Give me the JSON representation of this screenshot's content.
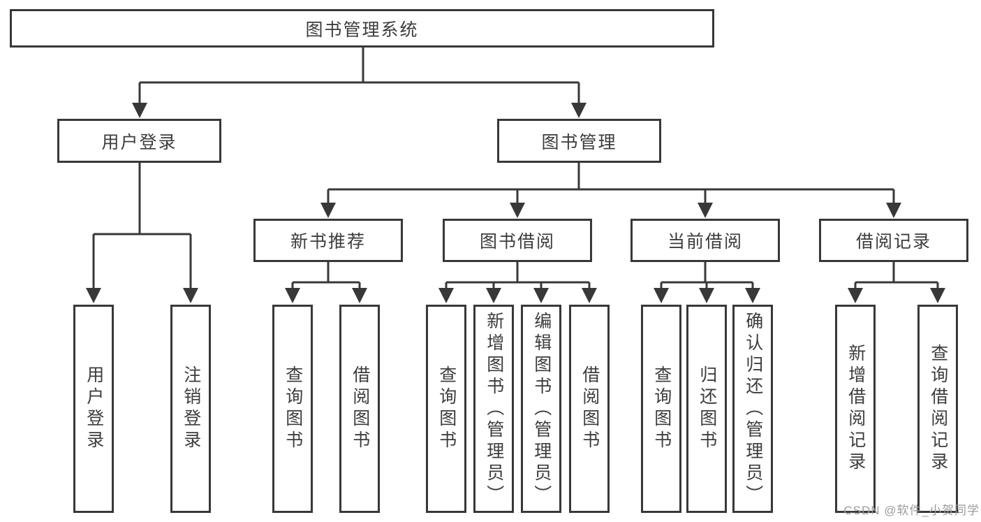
{
  "diagram": {
    "type": "hierarchy-tree",
    "colors": {
      "background": "#ffffff",
      "line": "#383838",
      "box_border": "#383838",
      "text": "#3c3c3c",
      "watermark": "#9b9b9b"
    },
    "tree": {
      "root": {
        "label": "图书管理系统",
        "children": [
          {
            "label": "用户登录",
            "children": [
              {
                "label": "用户登录"
              },
              {
                "label": "注销登录"
              }
            ]
          },
          {
            "label": "图书管理",
            "children": [
              {
                "label": "新书推荐",
                "children": [
                  {
                    "label": "查询图书"
                  },
                  {
                    "label": "借阅图书"
                  }
                ]
              },
              {
                "label": "图书借阅",
                "children": [
                  {
                    "label": "查询图书"
                  },
                  {
                    "label": "新增图书（管理员）"
                  },
                  {
                    "label": "编辑图书（管理员）"
                  },
                  {
                    "label": "借阅图书"
                  }
                ]
              },
              {
                "label": "当前借阅",
                "children": [
                  {
                    "label": "查询图书"
                  },
                  {
                    "label": "归还图书"
                  },
                  {
                    "label": "确认归还（管理员）"
                  }
                ]
              },
              {
                "label": "借阅记录",
                "children": [
                  {
                    "label": "新增借阅记录"
                  },
                  {
                    "label": "查询借阅记录"
                  }
                ]
              }
            ]
          }
        ]
      }
    },
    "watermark": {
      "text": "CSDN @软件_小贺同学"
    }
  }
}
